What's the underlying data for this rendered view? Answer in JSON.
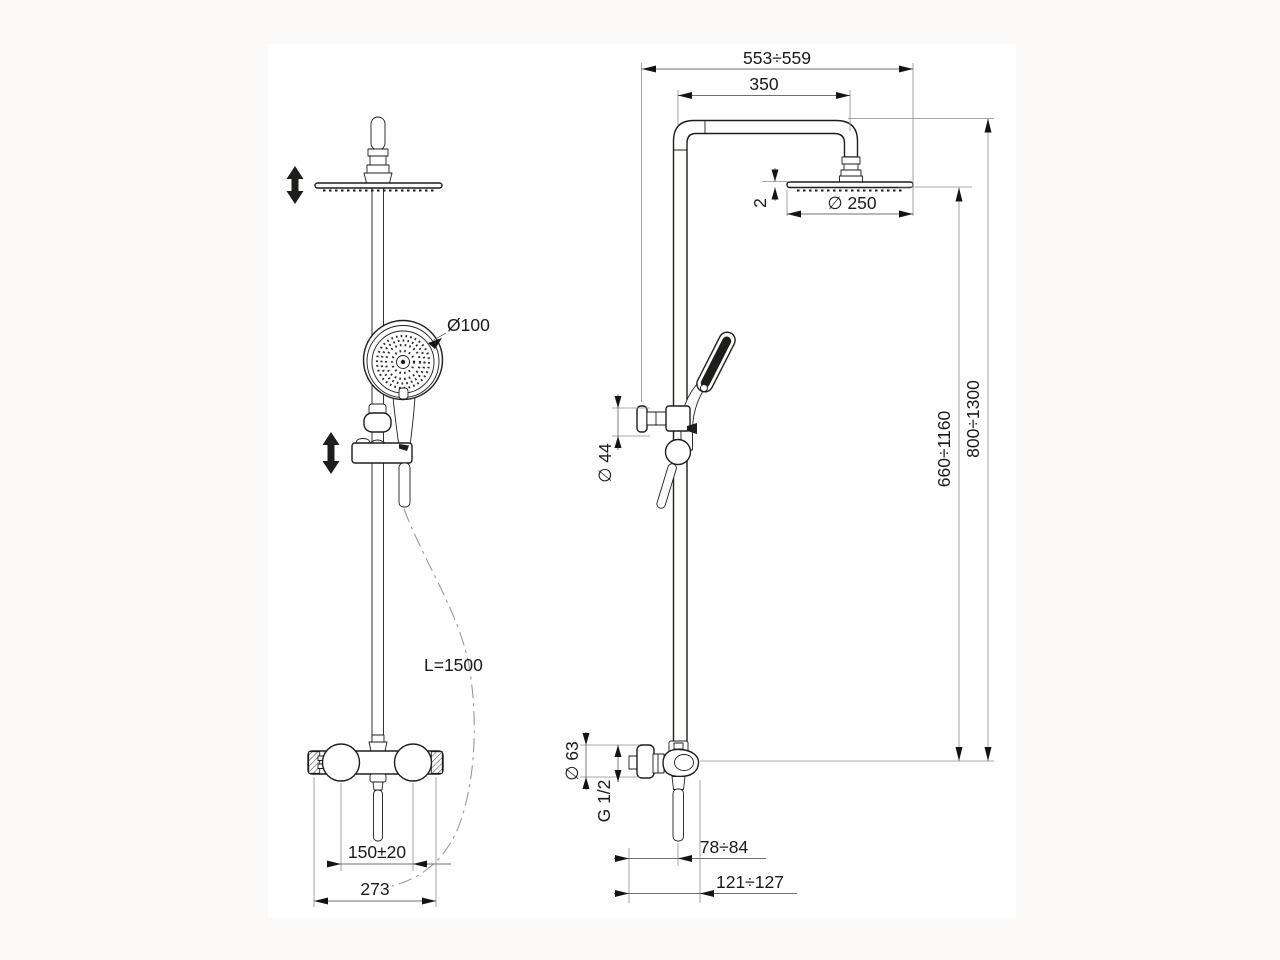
{
  "drawing": {
    "title": "shower-column-technical-drawing",
    "colors": {
      "line": "#1d1d1b",
      "dim_line": "#8c8c8c",
      "background": "#fbfaf9"
    },
    "front_view": {
      "handshower_diameter_label": "Ø100",
      "hose_length_label": "L=1500",
      "inlet_spacing_label": "150±20",
      "mixer_width_label": "273"
    },
    "side_view": {
      "top_width_label": "553÷559",
      "arm_reach_label": "350",
      "head_thickness_label": "2",
      "head_diameter_label": "∅ 250",
      "height_to_head_label": "660÷1160",
      "height_to_arm_label": "800÷1300",
      "holder_diameter_label": "∅ 44",
      "flange_diameter_label": "∅ 63",
      "thread_label": "G 1/2",
      "spout_offset_label": "78÷84",
      "body_depth_label": "121÷127"
    }
  }
}
